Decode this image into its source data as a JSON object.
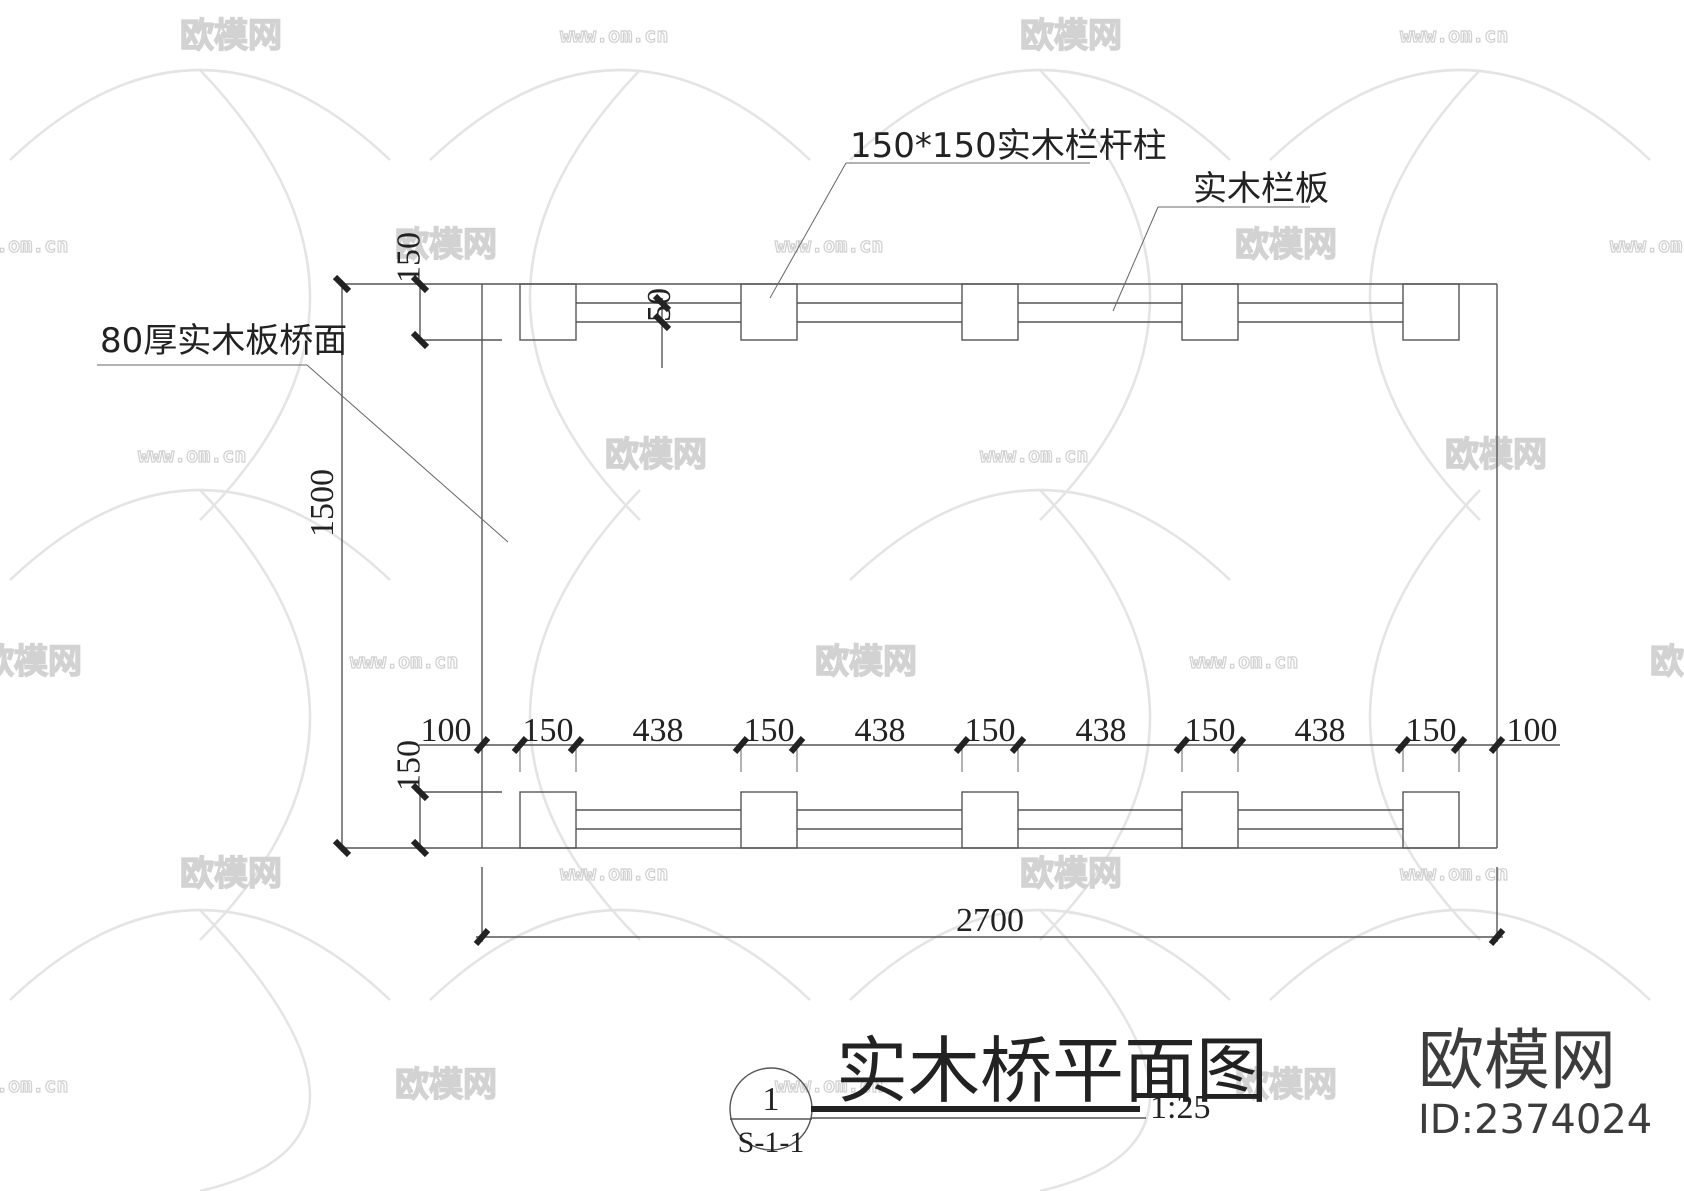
{
  "drawing": {
    "title": "实木桥平面图",
    "scale": "1:25",
    "detail_marker": {
      "number": "1",
      "sheet": "S-1-1"
    }
  },
  "labels": {
    "deck": "80厚实木板桥面",
    "post": "150*150实木栏杆柱",
    "rail_board": "实木栏板"
  },
  "dimensions": {
    "overall_length": "2700",
    "overall_width": "1500",
    "post_depth_top": "150",
    "post_depth_bottom": "150",
    "rail_thickness": "50",
    "segments": [
      "100",
      "150",
      "438",
      "150",
      "438",
      "150",
      "438",
      "150",
      "438",
      "150",
      "100"
    ]
  },
  "watermark": {
    "brand": "欧模网",
    "url": "www.om.cn",
    "id_label": "ID:2374024"
  },
  "colors": {
    "line": "#555555",
    "text": "#222222",
    "watermark": "#d2d2d2",
    "brand": "#3c3c3c"
  }
}
